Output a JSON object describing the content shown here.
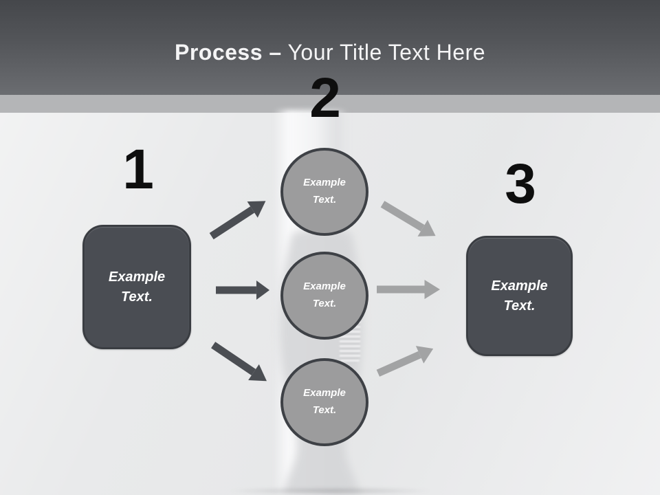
{
  "title": {
    "bold": "Process –",
    "regular": " Your Title Text Here"
  },
  "process": {
    "left_box": {
      "number": "1",
      "label": "Example Text."
    },
    "middle": {
      "number": "2",
      "circles": [
        {
          "label": "Example Text."
        },
        {
          "label": "Example Text."
        },
        {
          "label": "Example Text."
        }
      ]
    },
    "right_box": {
      "number": "3",
      "label": "Example Text."
    }
  },
  "icons": {
    "arrows_left_set": "right-arrow-icon-dark",
    "arrows_right_set": "right-arrow-icon-light"
  },
  "colors": {
    "header_top": "#45474b",
    "header_bottom": "#6b6d71",
    "accent_strip": "#b4b5b7",
    "background": "#e9eaeb",
    "box_fill": "#4a4d53",
    "box_border": "#3a3d42",
    "circle_fill": "#9c9c9d",
    "circle_border": "#3e4146",
    "arrow_dark": "#4b4e53",
    "arrow_light": "#a2a3a4",
    "number": "#0e0e0e",
    "title_text": "#f4f4f5",
    "label_text": "#ffffff"
  }
}
